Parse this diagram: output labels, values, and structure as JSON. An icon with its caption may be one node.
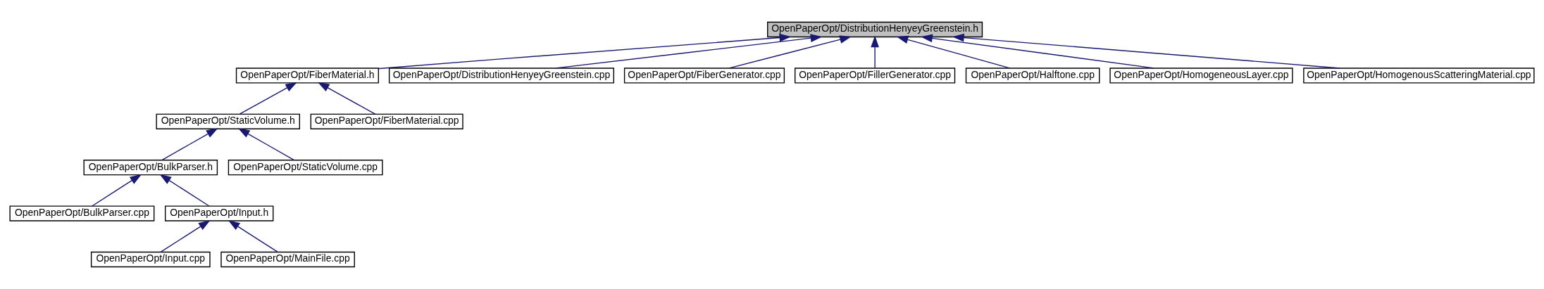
{
  "diagram": {
    "nodes": [
      {
        "text": [
          "OpenPaperOpt/DistributionHenyeyGreenstein.h"
        ]
      },
      {
        "text": [
          "OpenPaperOpt/FiberMaterial.h"
        ]
      },
      {
        "text": [
          "OpenPaperOpt/DistributionHenyeyGreenstein.cpp"
        ]
      },
      {
        "text": [
          "OpenPaperOpt/FiberGenerator.cpp"
        ]
      },
      {
        "text": [
          "OpenPaperOpt/FillerGenerator.cpp"
        ]
      },
      {
        "text": [
          "OpenPaperOpt/Halftone.cpp"
        ]
      },
      {
        "text": [
          "OpenPaperOpt/HomogeneousLayer.cpp"
        ]
      },
      {
        "text": [
          "OpenPaperOpt/HomogenousScatteringMaterial.cpp"
        ]
      },
      {
        "text": [
          "OpenPaperOpt/StaticVolume.h"
        ]
      },
      {
        "text": [
          "OpenPaperOpt/FiberMaterial.cpp"
        ]
      },
      {
        "text": [
          "OpenPaperOpt/BulkParser.h"
        ]
      },
      {
        "text": [
          "OpenPaperOpt/StaticVolume.cpp"
        ]
      },
      {
        "text": [
          "OpenPaperOpt/BulkParser.cpp"
        ]
      },
      {
        "text": [
          "OpenPaperOpt/Input.h"
        ]
      },
      {
        "text": [
          "OpenPaperOpt/Input.cpp"
        ]
      },
      {
        "text": [
          "OpenPaperOpt/MainFile.cpp"
        ]
      }
    ],
    "edges": [
      {
        "from": 1,
        "to": 0,
        "arrow": "to"
      },
      {
        "from": 2,
        "to": 0,
        "arrow": "to"
      },
      {
        "from": 3,
        "to": 0,
        "arrow": "to"
      },
      {
        "from": 4,
        "to": 0,
        "arrow": "to"
      },
      {
        "from": 5,
        "to": 0,
        "arrow": "to"
      },
      {
        "from": 6,
        "to": 0,
        "arrow": "to"
      },
      {
        "from": 7,
        "to": 0,
        "arrow": "to"
      },
      {
        "from": 8,
        "to": 1,
        "arrow": "to"
      },
      {
        "from": 9,
        "to": 1,
        "arrow": "to"
      },
      {
        "from": 10,
        "to": 8,
        "arrow": "to"
      },
      {
        "from": 11,
        "to": 8,
        "arrow": "to"
      },
      {
        "from": 12,
        "to": 10,
        "arrow": "to"
      },
      {
        "from": 13,
        "to": 10,
        "arrow": "to"
      },
      {
        "from": 14,
        "to": 13,
        "arrow": "to"
      },
      {
        "from": 15,
        "to": 13,
        "arrow": "to"
      }
    ]
  }
}
